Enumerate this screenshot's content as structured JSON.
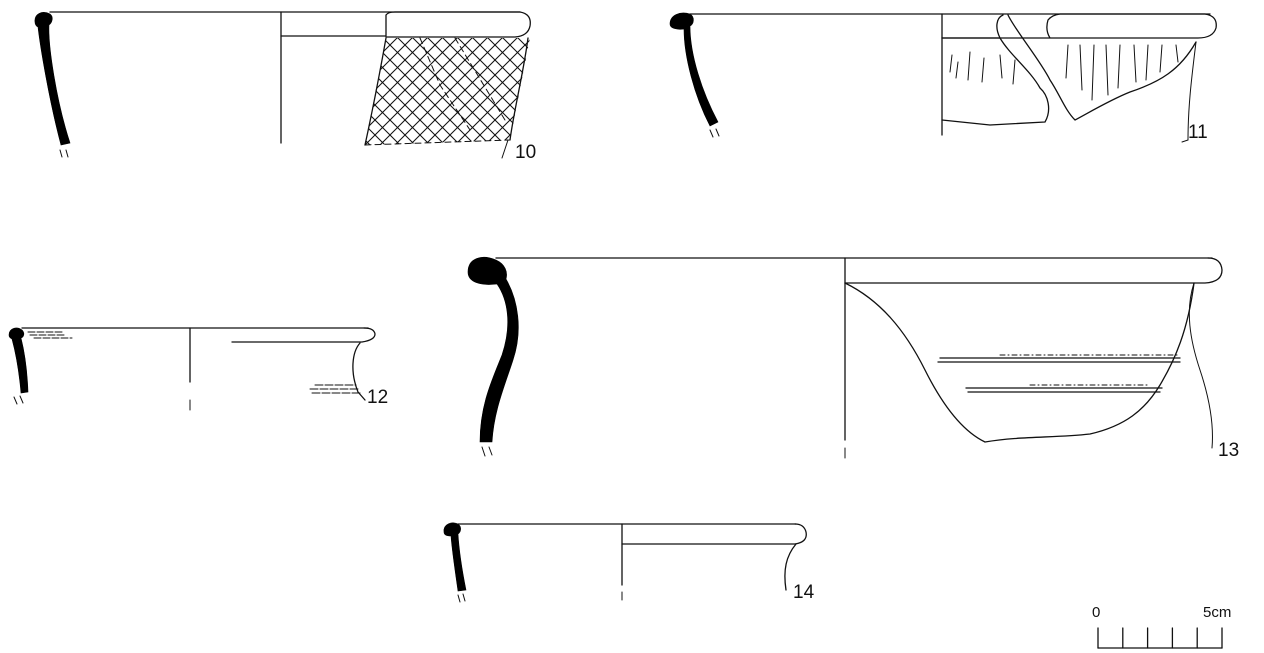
{
  "figure": {
    "vessels": [
      {
        "id": "10",
        "label": "10"
      },
      {
        "id": "11",
        "label": "11"
      },
      {
        "id": "12",
        "label": "12"
      },
      {
        "id": "13",
        "label": "13"
      },
      {
        "id": "14",
        "label": "14"
      }
    ],
    "scale_bar": {
      "start_label": "0",
      "end_label": "5cm"
    }
  },
  "colors": {
    "ink": "#111111",
    "section_fill": "#000000",
    "background": "#ffffff"
  }
}
